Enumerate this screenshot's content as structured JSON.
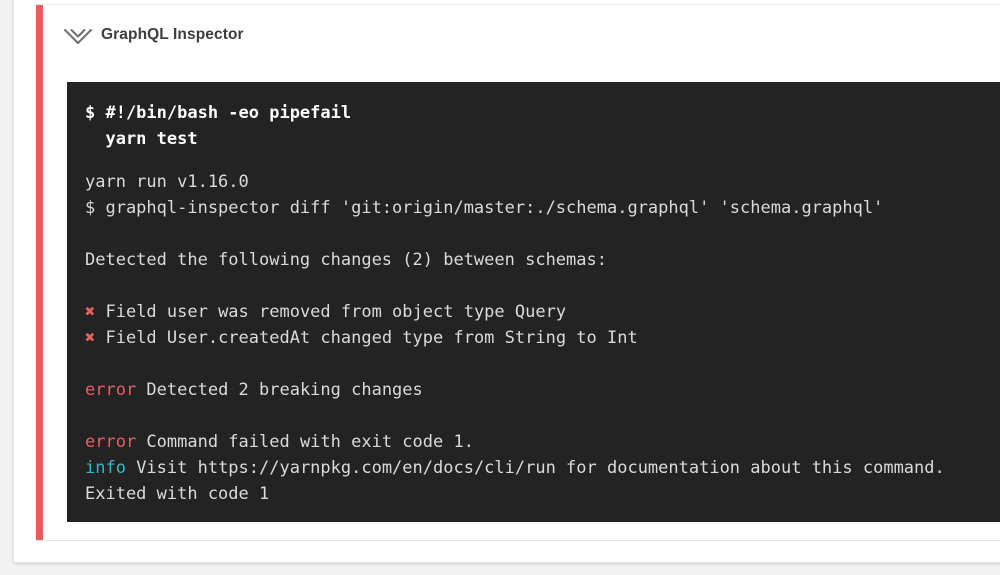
{
  "header": {
    "title": "GraphQL Inspector"
  },
  "accent": {
    "failed_red": "#ea5b5b"
  },
  "terminal": {
    "background": "#232323",
    "text_color": "#dadada",
    "command_color": "#ffffff",
    "error_color": "#e5605f",
    "info_color": "#36b6ce",
    "command_lines": [
      "$ #!/bin/bash -eo pipefail",
      "  yarn test"
    ],
    "output_lines": [
      [
        {
          "t": "yarn run v1.16.0"
        }
      ],
      [
        {
          "t": "$ graphql-inspector diff 'git:origin/master:./schema.graphql' 'schema.graphql'"
        }
      ],
      [],
      [
        {
          "t": "Detected the following changes (2) between schemas:"
        }
      ],
      [],
      [
        {
          "t": "✖",
          "c": "error"
        },
        {
          "t": " Field user was removed from object type Query"
        }
      ],
      [
        {
          "t": "✖",
          "c": "error"
        },
        {
          "t": " Field User.createdAt changed type from String to Int"
        }
      ],
      [],
      [
        {
          "t": "error",
          "c": "error"
        },
        {
          "t": " Detected 2 breaking changes"
        }
      ],
      [],
      [
        {
          "t": "error",
          "c": "error"
        },
        {
          "t": " Command failed with exit code 1."
        }
      ],
      [
        {
          "t": "info",
          "c": "info"
        },
        {
          "t": " Visit https://yarnpkg.com/en/docs/cli/run for documentation about this command."
        }
      ],
      [
        {
          "t": "Exited with code 1"
        }
      ]
    ]
  }
}
